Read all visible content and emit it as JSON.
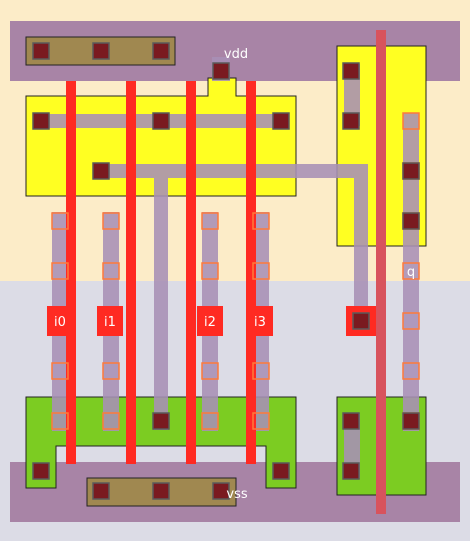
{
  "cell": {
    "supply_label": "vdd",
    "ground_label": "vss",
    "input_labels": [
      "i0",
      "i1",
      "i2",
      "i3"
    ],
    "output_label": "q"
  },
  "colors": {
    "nwell": "#fcecc8",
    "pwell": "#dcdce6",
    "power_rail": "#a884a6",
    "pdiff": "#ffff22",
    "ndiff": "#7ccc22",
    "poly": "#ff2a22",
    "contact": "#7a1a20",
    "metal1_route": "#a890b6",
    "via_outline": "#ff7a3a"
  }
}
